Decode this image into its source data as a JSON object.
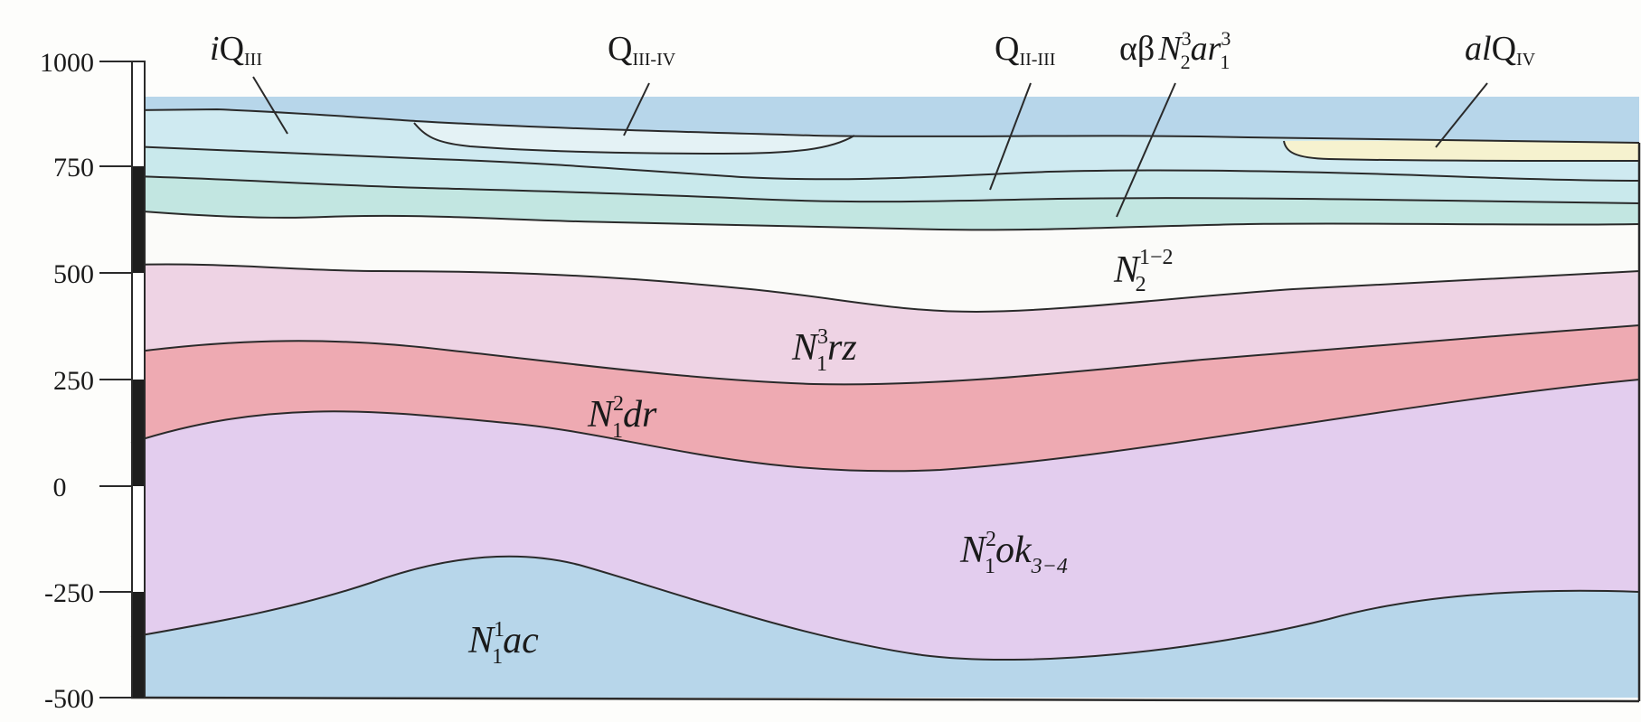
{
  "scale": {
    "ticks": [
      "1000",
      "750",
      "500",
      "250",
      "0",
      "-250",
      "-500"
    ]
  },
  "units": [
    {
      "id": "iQIII",
      "color": "#cfeaf1"
    },
    {
      "id": "QIII-IV",
      "color": "#e4f2f5"
    },
    {
      "id": "alQIV",
      "color": "#f6f2cf"
    },
    {
      "id": "QII-III",
      "color": "#c9e9ec"
    },
    {
      "id": "aBN",
      "color": "#c2e6e1"
    },
    {
      "id": "N2",
      "color": "#fbfbf9"
    },
    {
      "id": "N1rz",
      "color": "#eed3e4"
    },
    {
      "id": "N1dr",
      "color": "#eeaab2"
    },
    {
      "id": "N1ok",
      "color": "#e3cdee"
    },
    {
      "id": "N1ac",
      "color": "#b7d6ea"
    }
  ],
  "labels": {
    "iQ": {
      "pre": "i",
      "main": "Q",
      "sub": "III"
    },
    "QIIIIV": {
      "main": "Q",
      "sub": "III-IV"
    },
    "QIIIII": {
      "main": "Q",
      "sub": "II-III"
    },
    "aB": {
      "greek": "αβ",
      "main": "N",
      "sub": "2",
      "sup": "3",
      "tail": "ar",
      "tailsub": "1",
      "tailsup": "3"
    },
    "alQ": {
      "pre": "al",
      "main": "Q",
      "sub": "IV"
    },
    "N2": {
      "main": "N",
      "sub": "2",
      "sup": "1−2"
    },
    "rz": {
      "main": "N",
      "sub": "1",
      "sup": "3",
      "tail": "rz"
    },
    "dr": {
      "main": "N",
      "sub": "1",
      "sup": "2",
      "tail": "dr"
    },
    "ok": {
      "main": "N",
      "sub": "1",
      "sup": "2",
      "tail": "ok",
      "tailsub": "3−4"
    },
    "ac": {
      "main": "N",
      "sub": "1",
      "sup": "1",
      "tail": "ac"
    }
  }
}
